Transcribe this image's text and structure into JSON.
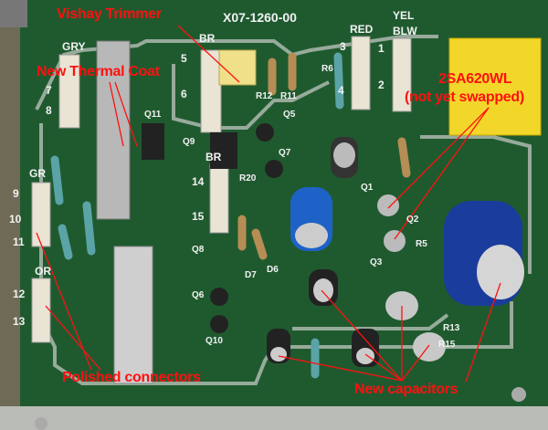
{
  "annotations": {
    "vishay_trimmer": "Vishay Trimmer",
    "new_thermal_coat": "New Thermal Coat",
    "part_number_line1": "2SA620WL",
    "part_number_line2": "(not yet swapped)",
    "polished_connectors": "Polished connectors",
    "new_capacitors": "New capacitors"
  },
  "silkscreen": {
    "board_id": "X07-1260-00",
    "gry": "GRY",
    "br_top": "BR",
    "red": "RED",
    "yel": "YEL",
    "blw": "BLW",
    "gr": "GR",
    "or": "OR",
    "br_mid": "BR",
    "pins": [
      "7",
      "8",
      "5",
      "6",
      "3",
      "4",
      "1",
      "2",
      "9",
      "10",
      "11",
      "12",
      "13",
      "14",
      "15"
    ],
    "refs": [
      "Q11",
      "Q5",
      "Q9",
      "Q7",
      "Q1",
      "Q2",
      "Q3",
      "Q8",
      "Q6",
      "Q10",
      "D6",
      "D7",
      "R6",
      "R11",
      "R12",
      "R20",
      "R13",
      "R15",
      "R5"
    ]
  },
  "colors": {
    "annotation": "#ff1010",
    "board": "#1d4f2a",
    "silkscreen": "#d9ded9"
  }
}
